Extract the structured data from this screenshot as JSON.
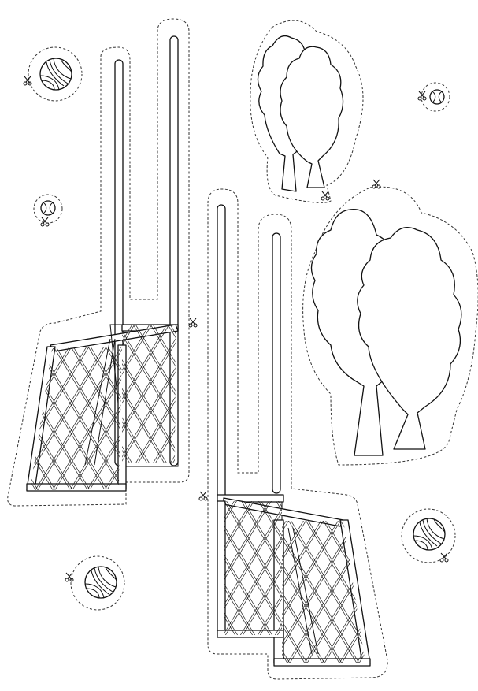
{
  "sheet": {
    "colors": {
      "ink": "#111111",
      "cut_line": "#333333",
      "paper": "#ffffff"
    },
    "icons": [
      "scissors-icon",
      "volleyball-icon",
      "tennis-ball-icon",
      "tree-icon",
      "goal-net-icon"
    ],
    "pieces": [
      "goal-left",
      "goal-right",
      "tree-small",
      "tree-large",
      "volleyball-top-left",
      "volleyball-bottom-left",
      "volleyball-right",
      "tennis-ball-left",
      "tennis-ball-right"
    ]
  }
}
